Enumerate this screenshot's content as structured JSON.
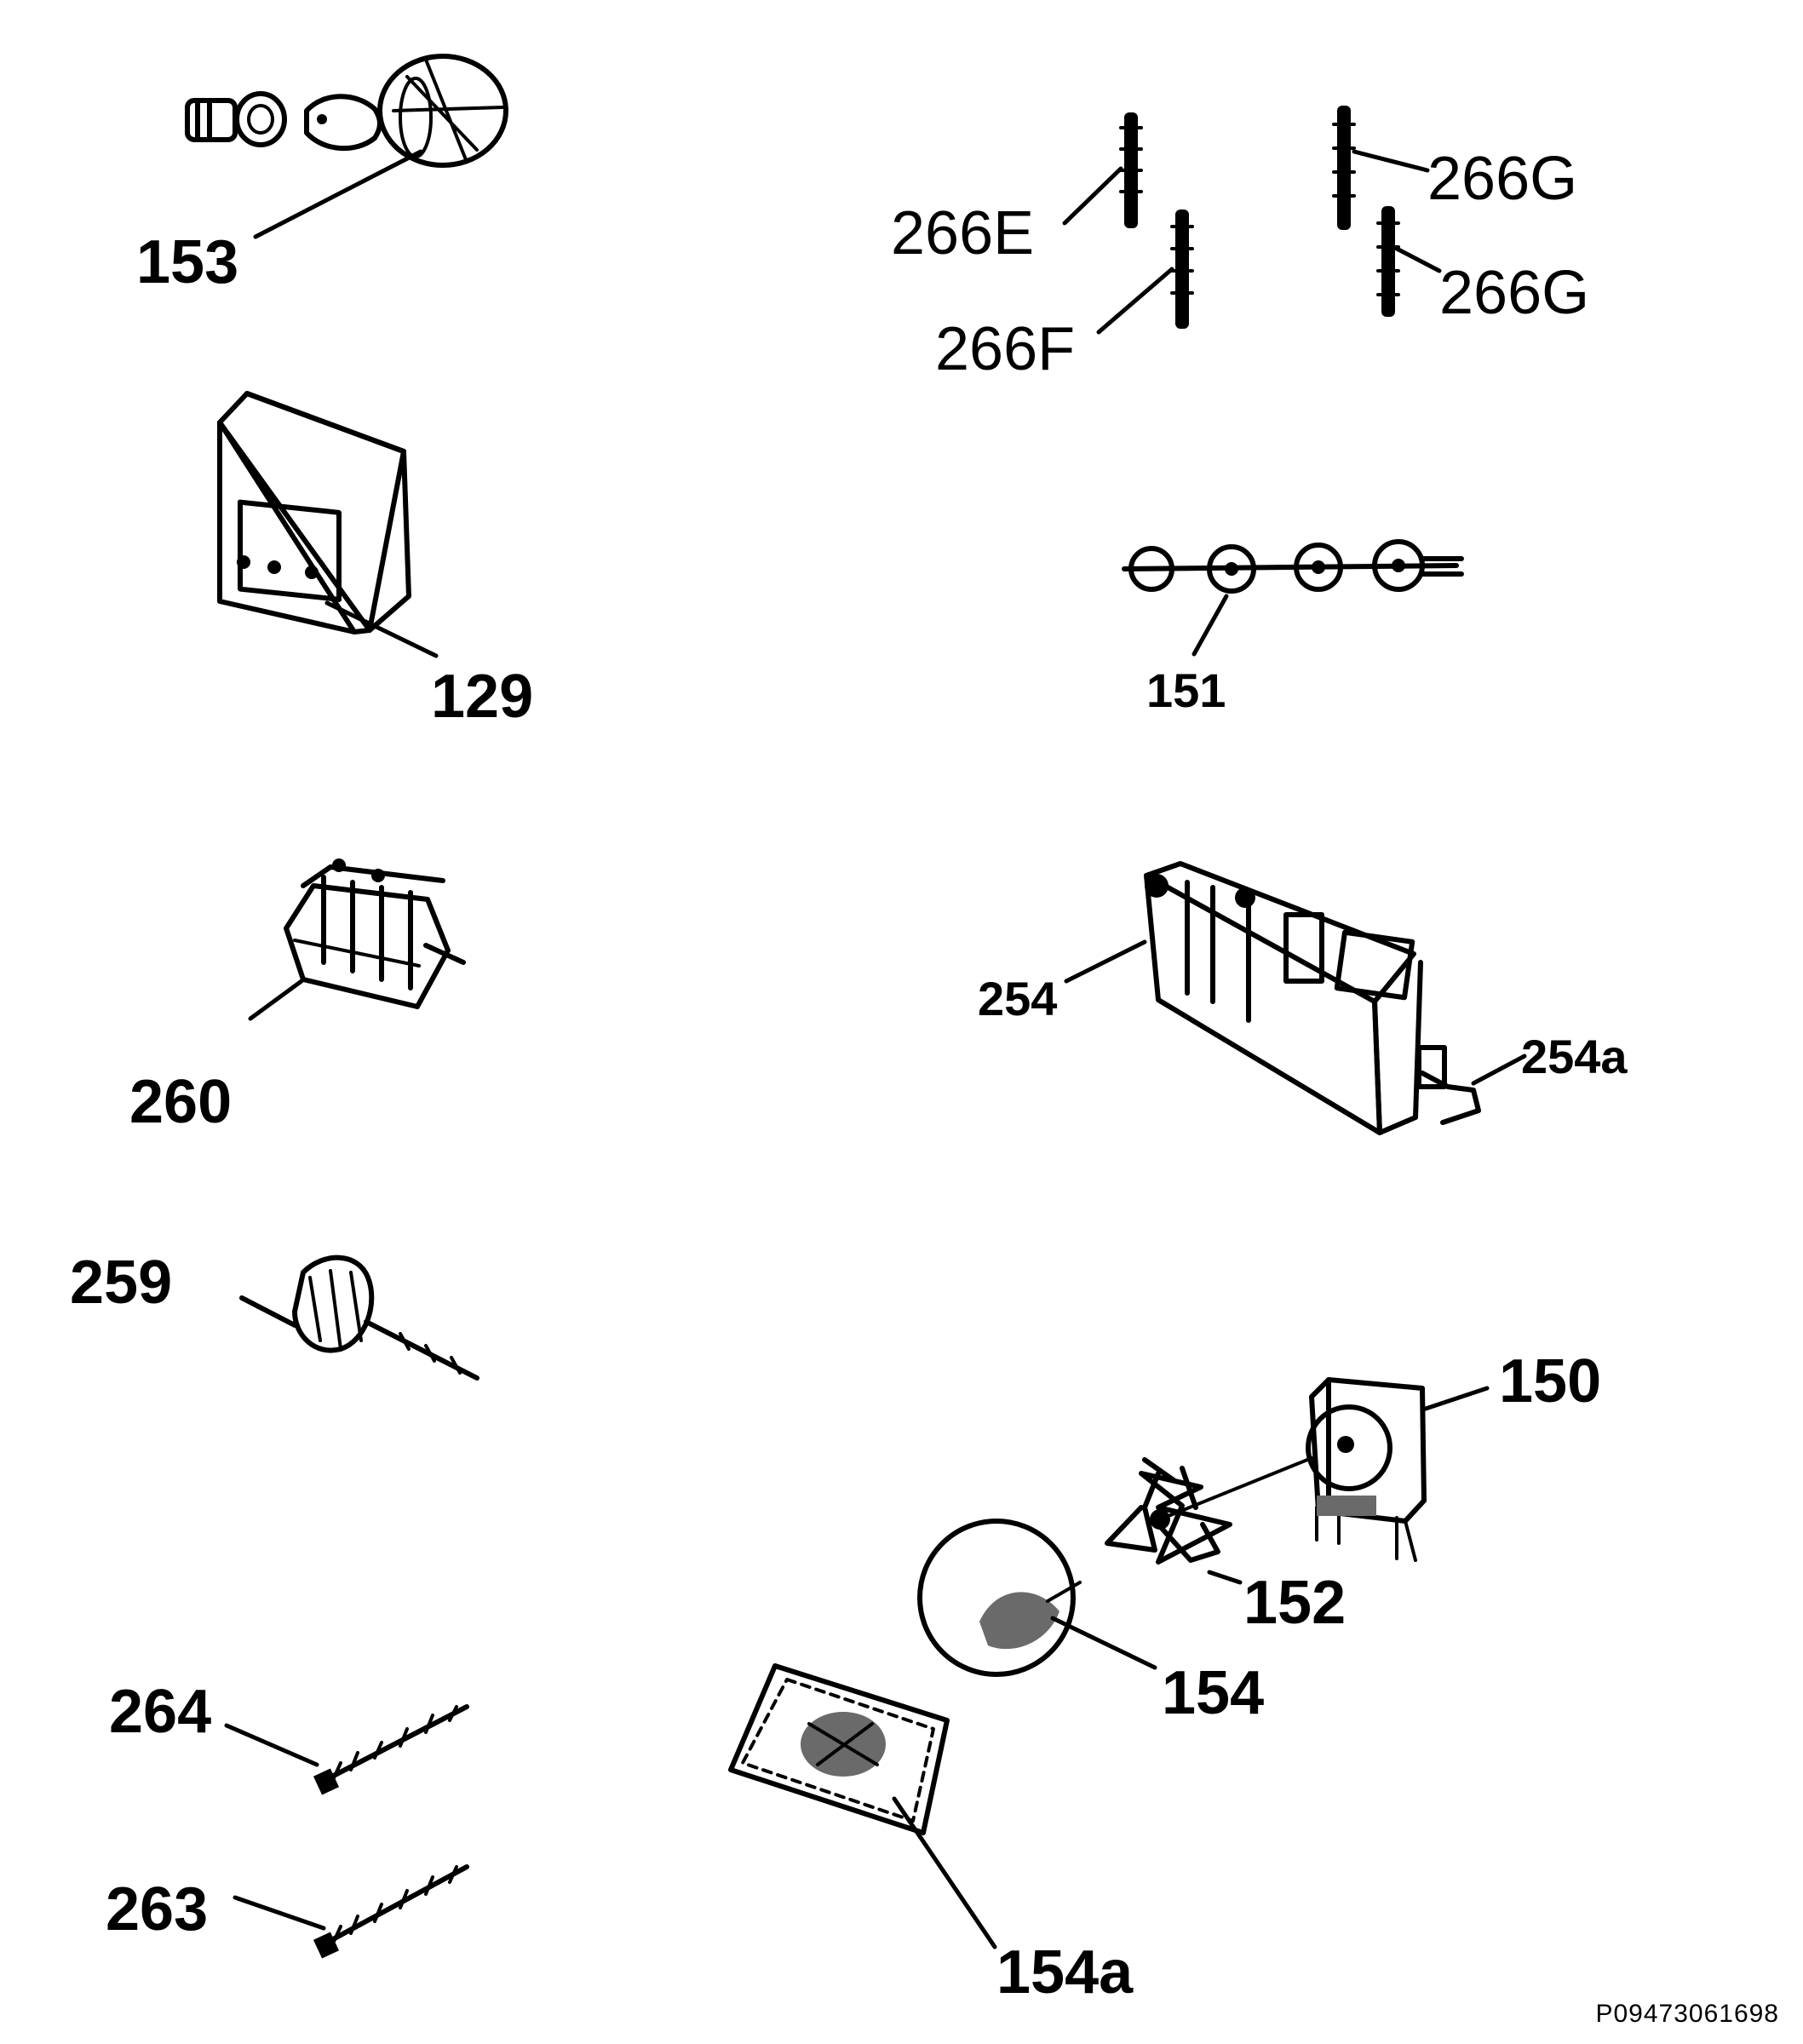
{
  "parts": [
    {
      "id": "153",
      "label": "153"
    },
    {
      "id": "266E",
      "label": "266E"
    },
    {
      "id": "266F",
      "label": "266F"
    },
    {
      "id": "266G_a",
      "label": "266G"
    },
    {
      "id": "266G_b",
      "label": "266G"
    },
    {
      "id": "129",
      "label": "129"
    },
    {
      "id": "151",
      "label": "151"
    },
    {
      "id": "260",
      "label": "260"
    },
    {
      "id": "254",
      "label": "254"
    },
    {
      "id": "254a",
      "label": "254a"
    },
    {
      "id": "259",
      "label": "259"
    },
    {
      "id": "150",
      "label": "150"
    },
    {
      "id": "152",
      "label": "152"
    },
    {
      "id": "154",
      "label": "154"
    },
    {
      "id": "264",
      "label": "264"
    },
    {
      "id": "263",
      "label": "263"
    },
    {
      "id": "154a",
      "label": "154a"
    }
  ],
  "document_code": "P09473061698"
}
